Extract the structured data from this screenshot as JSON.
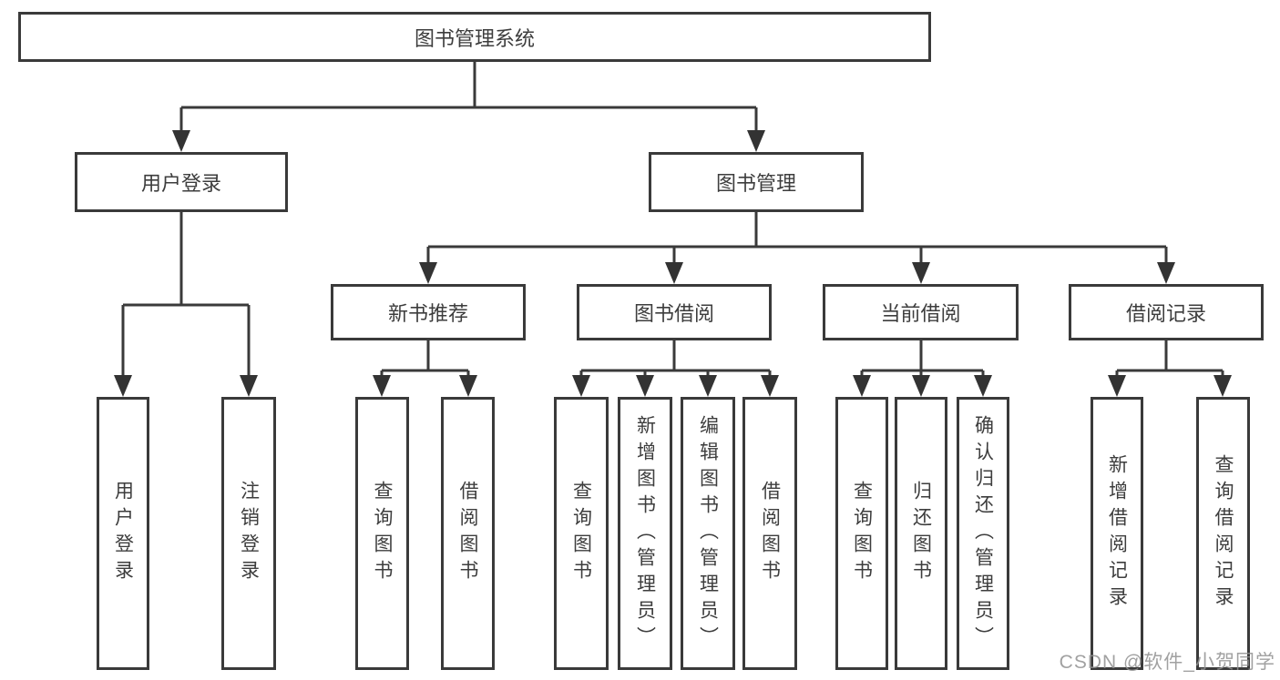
{
  "watermark": "CSDN @软件_小贺同学",
  "colors": {
    "line": "#3a3a3a",
    "text": "#3d3d3d",
    "background": "#ffffff",
    "watermark": "#919191"
  },
  "tree": {
    "root": {
      "label": "图书管理系统",
      "children": [
        {
          "label": "用户登录",
          "children": [
            {
              "label": "用户登录"
            },
            {
              "label": "注销登录"
            }
          ]
        },
        {
          "label": "图书管理",
          "children": [
            {
              "label": "新书推荐",
              "children": [
                {
                  "label": "查询图书"
                },
                {
                  "label": "借阅图书"
                }
              ]
            },
            {
              "label": "图书借阅",
              "children": [
                {
                  "label": "查询图书"
                },
                {
                  "label": "新增图书（管理员）"
                },
                {
                  "label": "编辑图书（管理员）"
                },
                {
                  "label": "借阅图书"
                }
              ]
            },
            {
              "label": "当前借阅",
              "children": [
                {
                  "label": "查询图书"
                },
                {
                  "label": "归还图书"
                },
                {
                  "label": "确认归还（管理员）"
                }
              ]
            },
            {
              "label": "借阅记录",
              "children": [
                {
                  "label": "新增借阅记录"
                },
                {
                  "label": "查询借阅记录"
                }
              ]
            }
          ]
        }
      ]
    }
  }
}
